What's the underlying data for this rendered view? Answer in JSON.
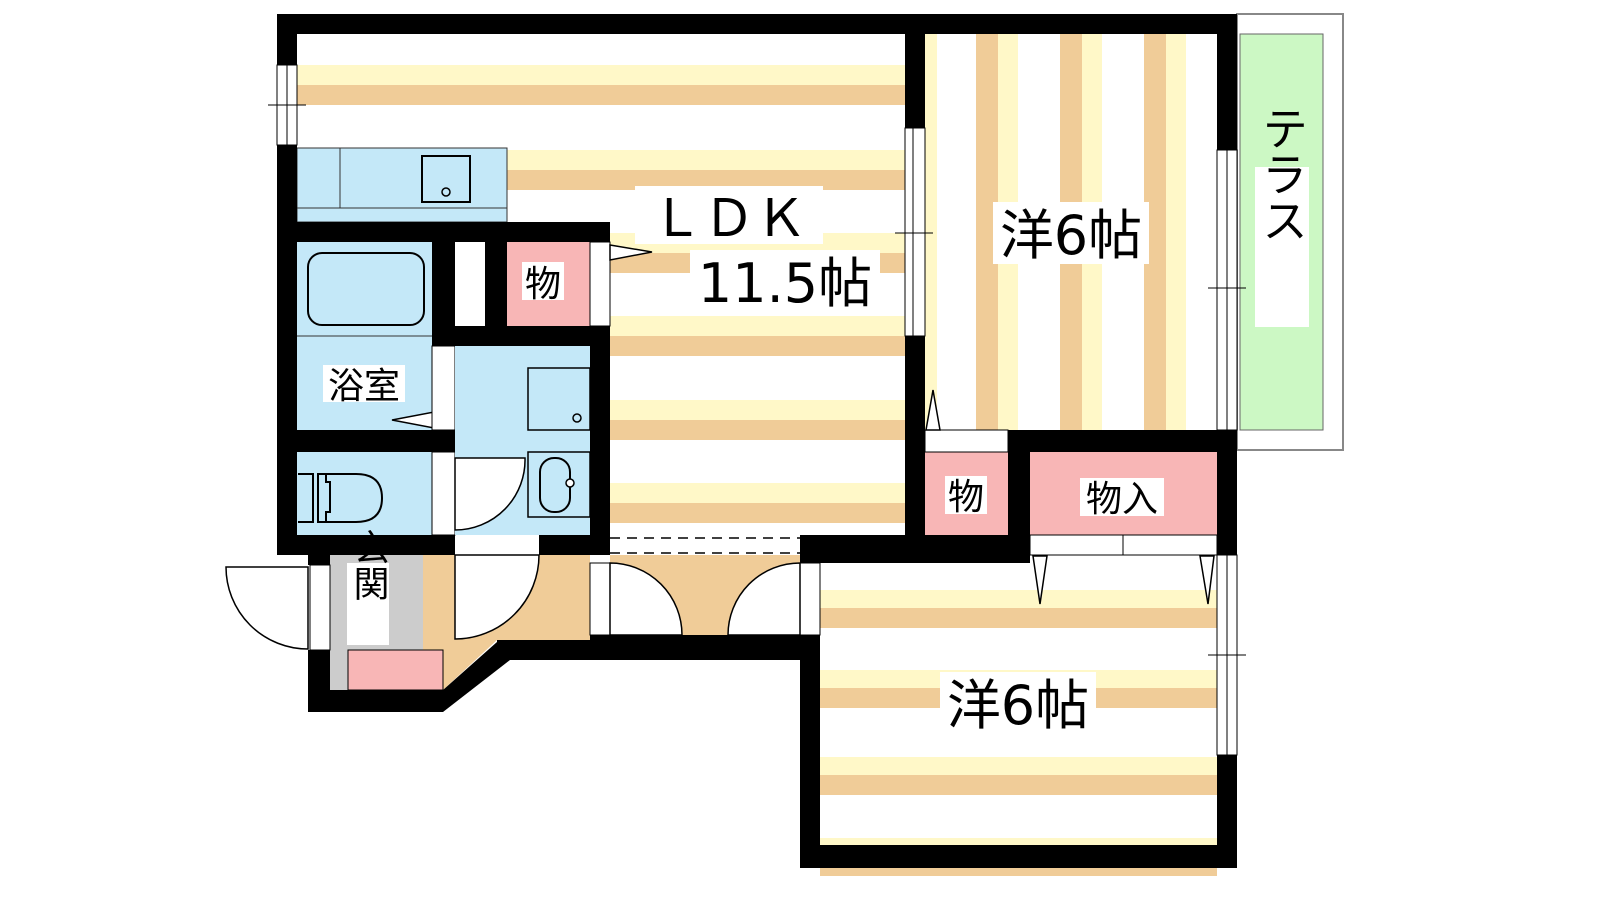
{
  "rooms": {
    "ldk": {
      "name": "ＬＤＫ",
      "size": "11.5帖"
    },
    "western_room_1": {
      "label": "洋6帖"
    },
    "western_room_2": {
      "label": "洋6帖"
    },
    "terrace": {
      "label": "テラス"
    },
    "bathroom": {
      "label": "浴室"
    },
    "entrance": {
      "label": "玄関"
    },
    "storage_1": {
      "label": "物"
    },
    "storage_2": {
      "label": "物"
    },
    "closet": {
      "label": "物入"
    }
  },
  "colors": {
    "wet_area": "#c4e8f8",
    "storage": "#f8b6b6",
    "floor_tan": "#f0cc98",
    "floor_yellow": "#fff8c8",
    "terrace": "#ccf8c4",
    "entrance": "#cccccc"
  }
}
